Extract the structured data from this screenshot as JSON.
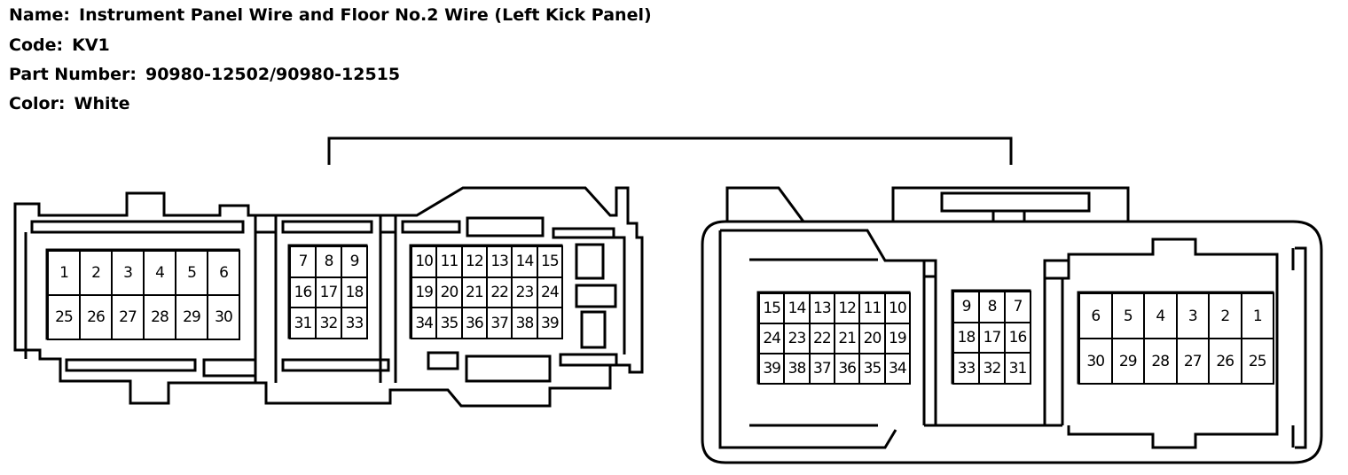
{
  "header": {
    "name_label": "Name:",
    "name_value": "Instrument Panel Wire and Floor No.2 Wire (Left Kick Panel)",
    "code_label": "Code:",
    "code_value": "KV1",
    "part_label": "Part Number:",
    "part_value": "90980-12502/90980-12515",
    "color_label": "Color:",
    "color_value": "White"
  },
  "left_connector": {
    "group_a_rows": [
      [
        "1",
        "2",
        "3",
        "4",
        "5",
        "6"
      ],
      [
        "25",
        "26",
        "27",
        "28",
        "29",
        "30"
      ]
    ],
    "group_b_rows": [
      [
        "7",
        "8",
        "9"
      ],
      [
        "16",
        "17",
        "18"
      ],
      [
        "31",
        "32",
        "33"
      ]
    ],
    "group_c_rows": [
      [
        "10",
        "11",
        "12",
        "13",
        "14",
        "15"
      ],
      [
        "19",
        "20",
        "21",
        "22",
        "23",
        "24"
      ],
      [
        "34",
        "35",
        "36",
        "37",
        "38",
        "39"
      ]
    ]
  },
  "right_connector": {
    "group_a_rows": [
      [
        "15",
        "14",
        "13",
        "12",
        "11",
        "10"
      ],
      [
        "24",
        "23",
        "22",
        "21",
        "20",
        "19"
      ],
      [
        "39",
        "38",
        "37",
        "36",
        "35",
        "34"
      ]
    ],
    "group_b_rows": [
      [
        "9",
        "8",
        "7"
      ],
      [
        "18",
        "17",
        "16"
      ],
      [
        "33",
        "32",
        "31"
      ]
    ],
    "group_c_rows": [
      [
        "6",
        "5",
        "4",
        "3",
        "2",
        "1"
      ],
      [
        "30",
        "29",
        "28",
        "27",
        "26",
        "25"
      ]
    ]
  }
}
